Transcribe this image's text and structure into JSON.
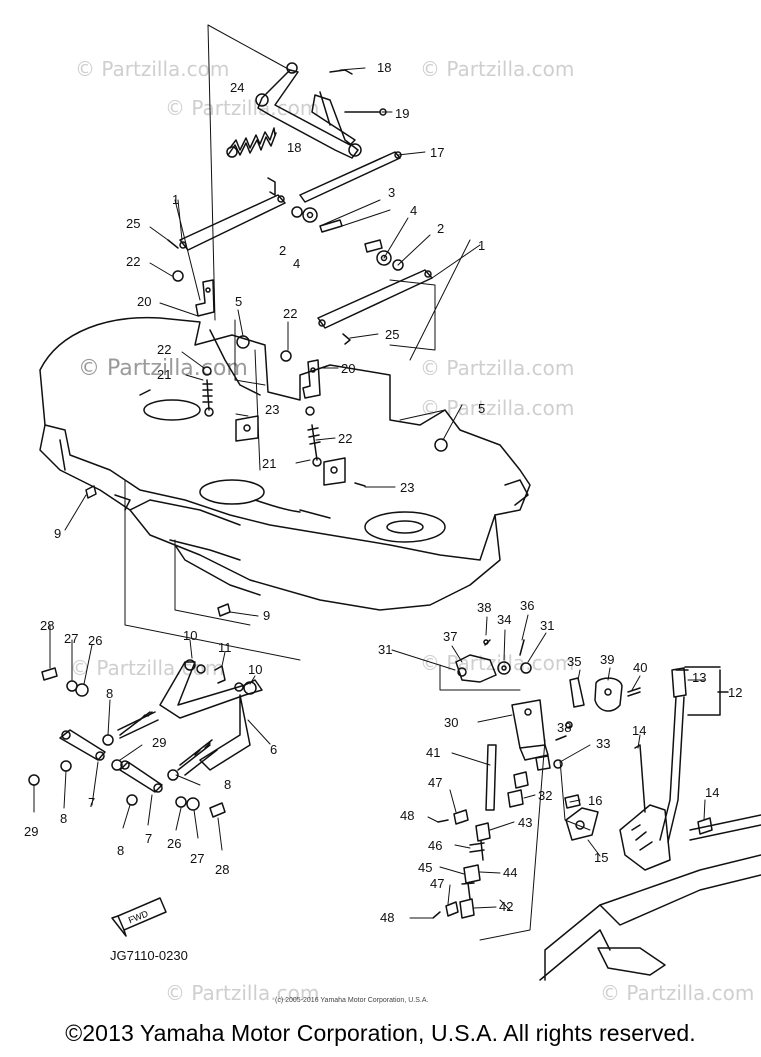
{
  "diagram": {
    "code": "JG7110-0230",
    "fwd_label": "FWD",
    "inner_copyright": "(c) 2005-2016 Yamaha Motor Corporation, U.S.A.",
    "watermark": "© Partzilla.com",
    "callouts": [
      "1",
      "2",
      "3",
      "4",
      "5",
      "6",
      "7",
      "8",
      "9",
      "10",
      "11",
      "12",
      "13",
      "14",
      "15",
      "16",
      "17",
      "18",
      "19",
      "20",
      "21",
      "22",
      "23",
      "24",
      "25",
      "26",
      "27",
      "28",
      "29",
      "30",
      "31",
      "32",
      "33",
      "34",
      "35",
      "36",
      "37",
      "38",
      "39",
      "40",
      "41",
      "42",
      "43",
      "44",
      "45",
      "46",
      "47",
      "48"
    ]
  },
  "footer": {
    "copyright": "©2013 Yamaha Motor Corporation, U.S.A. All rights reserved."
  }
}
